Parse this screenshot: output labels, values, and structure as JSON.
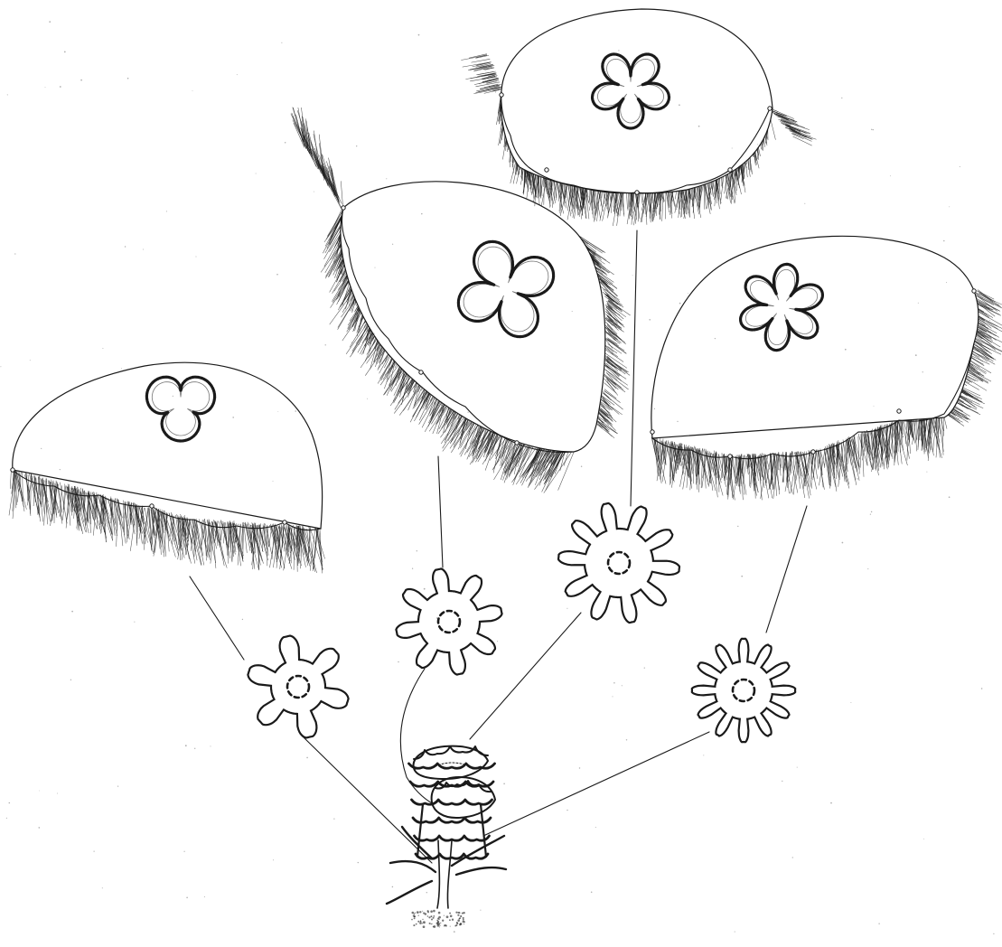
{
  "figure": {
    "ink_color": "#1a1a1a",
    "paper_color": "#ffffff",
    "medusae": [
      {
        "id": "medusa-3-lobed",
        "gonad_lobes": 3
      },
      {
        "id": "medusa-4-lobed",
        "gonad_lobes": 4
      },
      {
        "id": "medusa-5-lobed",
        "gonad_lobes": 5
      },
      {
        "id": "medusa-6-lobed",
        "gonad_lobes": 6
      }
    ],
    "ephyrae": [
      {
        "id": "ephyra-A",
        "arms": 6
      },
      {
        "id": "ephyra-B",
        "arms": 8
      },
      {
        "id": "ephyra-C",
        "arms": 10
      },
      {
        "id": "ephyra-D",
        "arms": 12
      }
    ],
    "strobila": {
      "id": "strobila",
      "discs": 6
    }
  }
}
